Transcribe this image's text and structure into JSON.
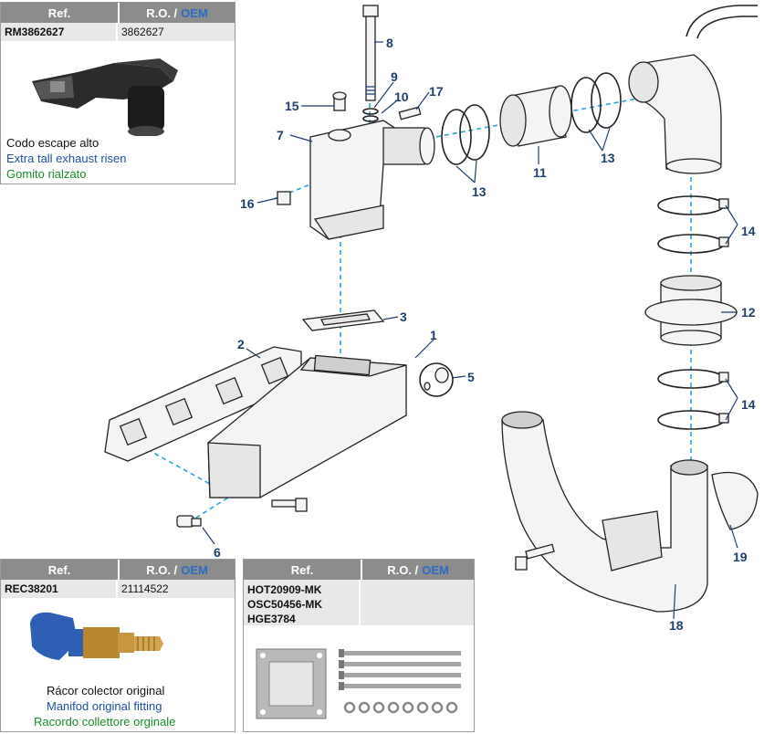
{
  "callouts": [
    "1",
    "2",
    "3",
    "5",
    "6",
    "7",
    "8",
    "9",
    "10",
    "11",
    "12",
    "13",
    "13",
    "14",
    "14",
    "15",
    "16",
    "17",
    "18",
    "19"
  ],
  "box1": {
    "ref_header": "Ref.",
    "ro_header": "R.O. /",
    "oem_header": "OEM",
    "ref": "RM3862627",
    "ro": "3862627",
    "desc_es": "Codo escape alto",
    "desc_en": "Extra tall exhaust risen",
    "desc_it": "Gomito rialzato"
  },
  "box2": {
    "ref_header": "Ref.",
    "ro_header": "R.O. /",
    "oem_header": "OEM",
    "ref": "REC38201",
    "ro": "21114522",
    "desc_es": "Rácor colector original",
    "desc_en": "Manifod original fitting",
    "desc_it": "Racordo collettore orginale"
  },
  "box3": {
    "ref_header": "Ref.",
    "ro_header": "R.O. /",
    "oem_header": "OEM",
    "refs": [
      "HOT20909-MK",
      "OSC50456-MK",
      "HGE3784"
    ],
    "ro": ""
  },
  "colors": {
    "callout": "#1f3f6e",
    "dash": "#2aa4d8",
    "header_bg": "#8c8c8c",
    "oem": "#2b6cc4",
    "en_text": "#1f4fa8",
    "it_text": "#1b8a2a"
  },
  "icons": [
    "exhaust-riser-photo-icon",
    "manifold-fitting-photo-icon",
    "gasket-bolt-kit-photo-icon"
  ]
}
